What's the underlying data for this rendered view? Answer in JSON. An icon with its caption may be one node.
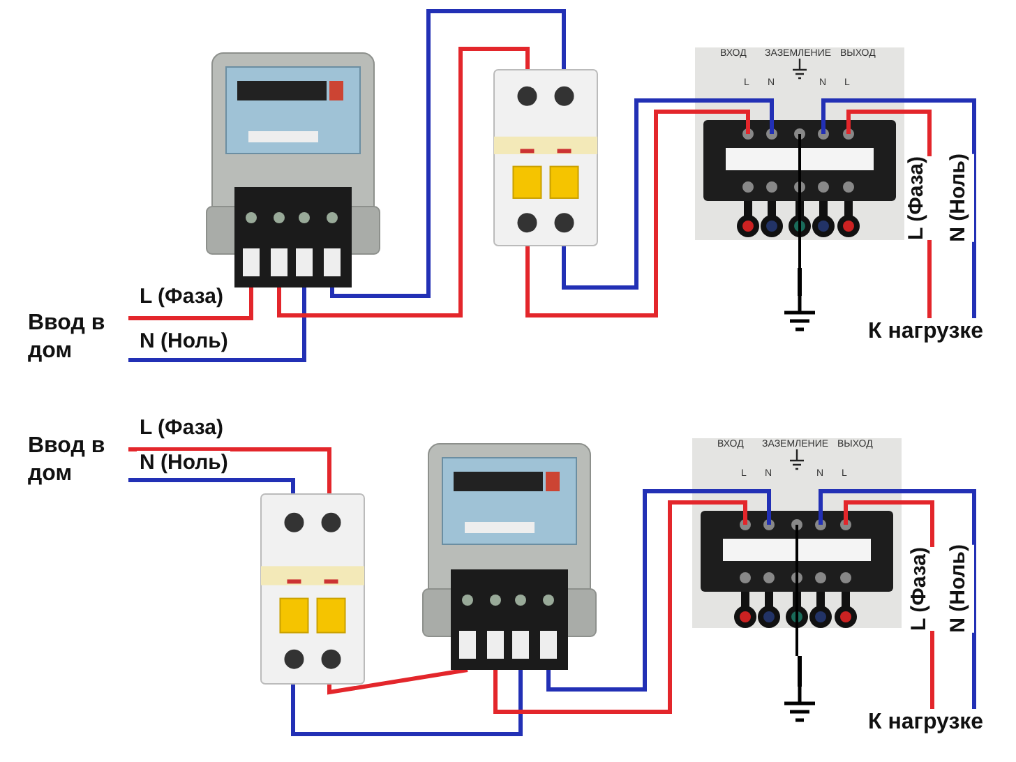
{
  "diagram": {
    "nodes": [
      {
        "text": [
          "Ввод в дом"
        ]
      },
      {
        "text": [],
        "shape": "picture"
      },
      {
        "text": [],
        "shape": "picture"
      },
      {
        "text": [
          "ВХОД",
          "ЗАЗЕМЛЕНИЕ",
          "ВЫХОД",
          "L",
          "N",
          "N",
          "L"
        ]
      },
      {
        "text": [],
        "shape": "ground"
      },
      {
        "text": [
          "К нагрузке"
        ]
      },
      {
        "text": [
          "Ввод в дом"
        ]
      },
      {
        "text": [],
        "shape": "picture"
      },
      {
        "text": [],
        "shape": "picture"
      },
      {
        "text": [
          "ВХОД",
          "ЗАЗЕМЛЕНИЕ",
          "ВЫХОД",
          "L",
          "N",
          "N",
          "L"
        ]
      },
      {
        "text": [],
        "shape": "ground"
      },
      {
        "text": [
          "К нагрузке"
        ]
      }
    ],
    "edges": [
      {
        "from": 0,
        "to": 1,
        "arrow": "none",
        "label": "L (Фаза)",
        "color": "#e3262b"
      },
      {
        "from": 0,
        "to": 1,
        "arrow": "none",
        "label": "N (Ноль)",
        "color": "#2230b5"
      },
      {
        "from": 1,
        "to": 2,
        "arrow": "none",
        "color": "#e3262b"
      },
      {
        "from": 1,
        "to": 2,
        "arrow": "none",
        "color": "#2230b5"
      },
      {
        "from": 2,
        "to": 3,
        "arrow": "none",
        "color": "#e3262b"
      },
      {
        "from": 2,
        "to": 3,
        "arrow": "none",
        "color": "#2230b5"
      },
      {
        "from": 3,
        "to": 4,
        "arrow": "none",
        "color": "#000000"
      },
      {
        "from": 3,
        "to": 5,
        "arrow": "none",
        "label": "L (Фаза)",
        "color": "#e3262b"
      },
      {
        "from": 3,
        "to": 5,
        "arrow": "none",
        "label": "N (Ноль)",
        "color": "#2230b5"
      },
      {
        "from": 6,
        "to": 7,
        "arrow": "none",
        "label": "L (Фаза)",
        "color": "#e3262b"
      },
      {
        "from": 6,
        "to": 7,
        "arrow": "none",
        "label": "N (Ноль)",
        "color": "#2230b5"
      },
      {
        "from": 7,
        "to": 8,
        "arrow": "none",
        "color": "#e3262b"
      },
      {
        "from": 7,
        "to": 8,
        "arrow": "none",
        "color": "#2230b5"
      },
      {
        "from": 8,
        "to": 9,
        "arrow": "none",
        "color": "#e3262b"
      },
      {
        "from": 8,
        "to": 9,
        "arrow": "none",
        "color": "#2230b5"
      },
      {
        "from": 9,
        "to": 10,
        "arrow": "none",
        "color": "#000000"
      },
      {
        "from": 9,
        "to": 11,
        "arrow": "none",
        "label": "L (Фаза)",
        "color": "#e3262b"
      },
      {
        "from": 9,
        "to": 11,
        "arrow": "none",
        "label": "N (Ноль)",
        "color": "#2230b5"
      }
    ]
  }
}
